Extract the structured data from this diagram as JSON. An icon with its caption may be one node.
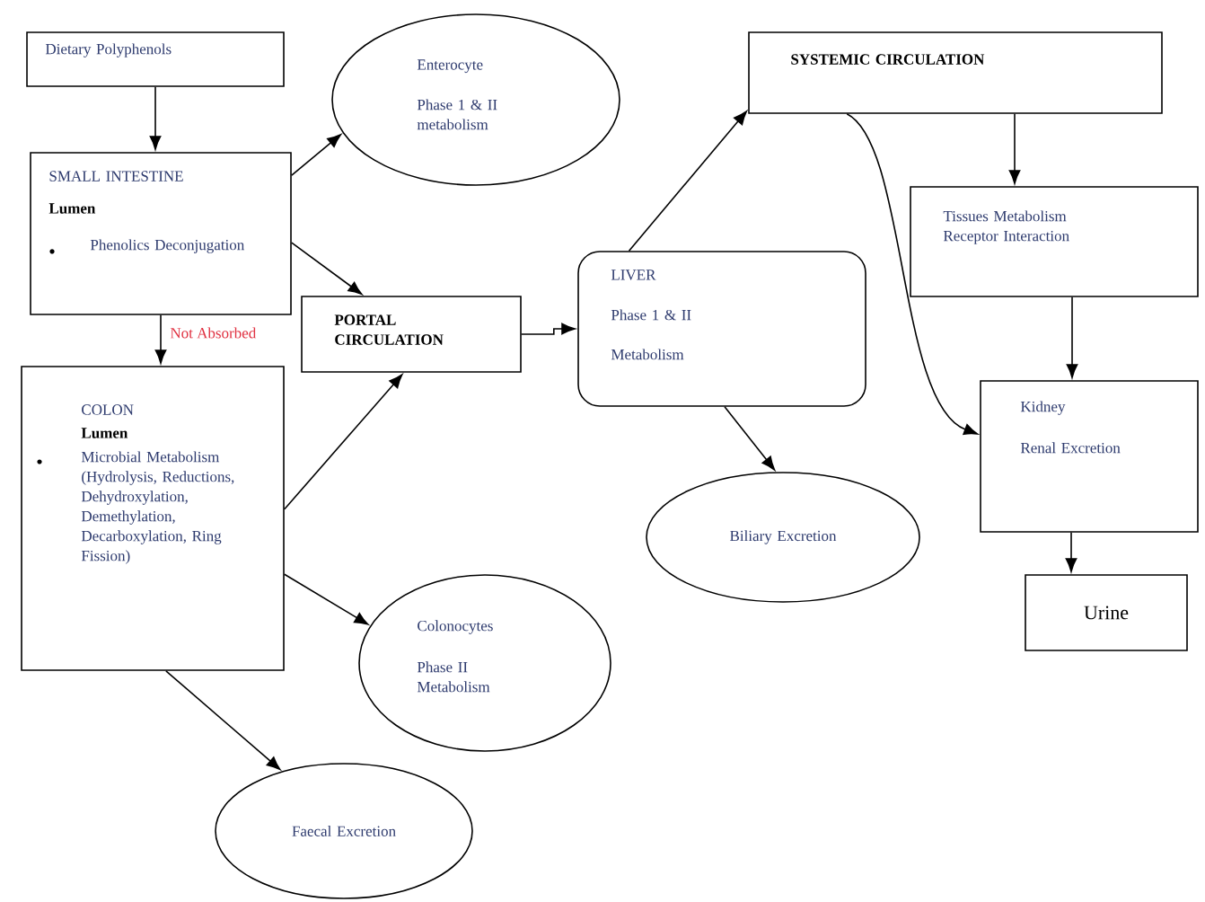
{
  "diagram": {
    "nodes": [
      {
        "text": [
          "Dietary Polyphenols"
        ]
      },
      {
        "text": [
          "SMALL INTESTINE",
          "Lumen",
          "Phenolics Deconjugation"
        ]
      },
      {
        "text": [
          "Enterocyte",
          "Phase 1 & II metabolism"
        ]
      },
      {
        "text": [
          "PORTAL CIRCULATION"
        ]
      },
      {
        "text": [
          "COLON",
          "Lumen",
          "Microbial Metabolism (Hydrolysis, Reductions, Dehydroxylation, Demethylation, Decarboxylation, Ring Fission)"
        ]
      },
      {
        "text": [
          "LIVER",
          "Phase 1 & II",
          "Metabolism"
        ]
      },
      {
        "text": [
          "SYSTEMIC CIRCULATION"
        ]
      },
      {
        "text": [
          "Tissues Metabolism Receptor Interaction"
        ]
      },
      {
        "text": [
          "Kidney",
          "Renal Excretion"
        ]
      },
      {
        "text": [
          "Urine"
        ]
      },
      {
        "text": [
          "Biliary Excretion"
        ]
      },
      {
        "text": [
          "Colonocytes",
          "Phase II Metabolism"
        ]
      },
      {
        "text": [
          "Faecal Excretion"
        ]
      }
    ],
    "edges": [
      {
        "from": 0,
        "to": 1,
        "arrow": "to"
      },
      {
        "from": 1,
        "to": 2,
        "arrow": "to"
      },
      {
        "from": 1,
        "to": 3,
        "arrow": "to"
      },
      {
        "from": 1,
        "to": 4,
        "arrow": "to",
        "label": "Not Absorbed"
      },
      {
        "from": 4,
        "to": 3,
        "arrow": "to"
      },
      {
        "from": 4,
        "to": 11,
        "arrow": "to"
      },
      {
        "from": 4,
        "to": 12,
        "arrow": "to"
      },
      {
        "from": 3,
        "to": 5,
        "arrow": "to"
      },
      {
        "from": 5,
        "to": 6,
        "arrow": "to"
      },
      {
        "from": 5,
        "to": 10,
        "arrow": "to"
      },
      {
        "from": 6,
        "to": 7,
        "arrow": "to"
      },
      {
        "from": 6,
        "to": 8,
        "arrow": "to"
      },
      {
        "from": 7,
        "to": 8,
        "arrow": "to"
      },
      {
        "from": 8,
        "to": 9,
        "arrow": "to"
      }
    ]
  }
}
